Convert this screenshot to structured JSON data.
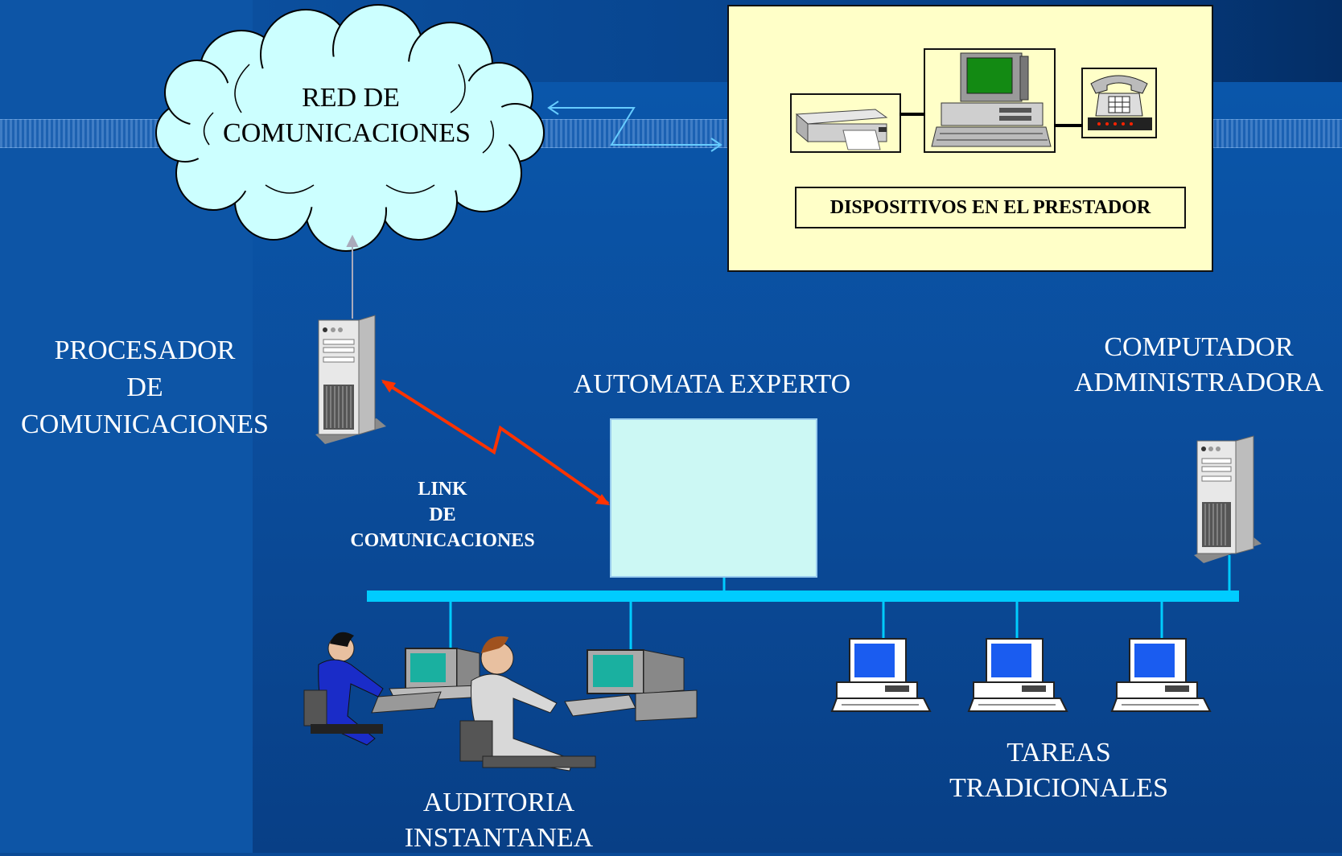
{
  "cloud": {
    "line1": "RED  DE",
    "line2": "COMUNICACIONES"
  },
  "prestador": {
    "caption": "DISPOSITIVOS EN EL PRESTADOR"
  },
  "procesador": {
    "line1": "PROCESADOR",
    "line2": "DE",
    "line3": "COMUNICACIONES"
  },
  "link": {
    "line1": "LINK",
    "line2": "DE",
    "line3": "COMUNICACIONES"
  },
  "automata": {
    "title": "AUTOMATA EXPERTO"
  },
  "computador": {
    "line1": "COMPUTADOR",
    "line2": "ADMINISTRADORA"
  },
  "auditoria": {
    "line1": "AUDITORIA",
    "line2": "INSTANTANEA"
  },
  "tareas": {
    "line1": "TAREAS",
    "line2": "TRADICIONALES"
  },
  "colors": {
    "network_bus": "#00ccff",
    "link_line": "#ff3300",
    "cloud_fill": "#ccffff",
    "panel_fill": "#ffffc8",
    "background": "#0a4a96"
  }
}
